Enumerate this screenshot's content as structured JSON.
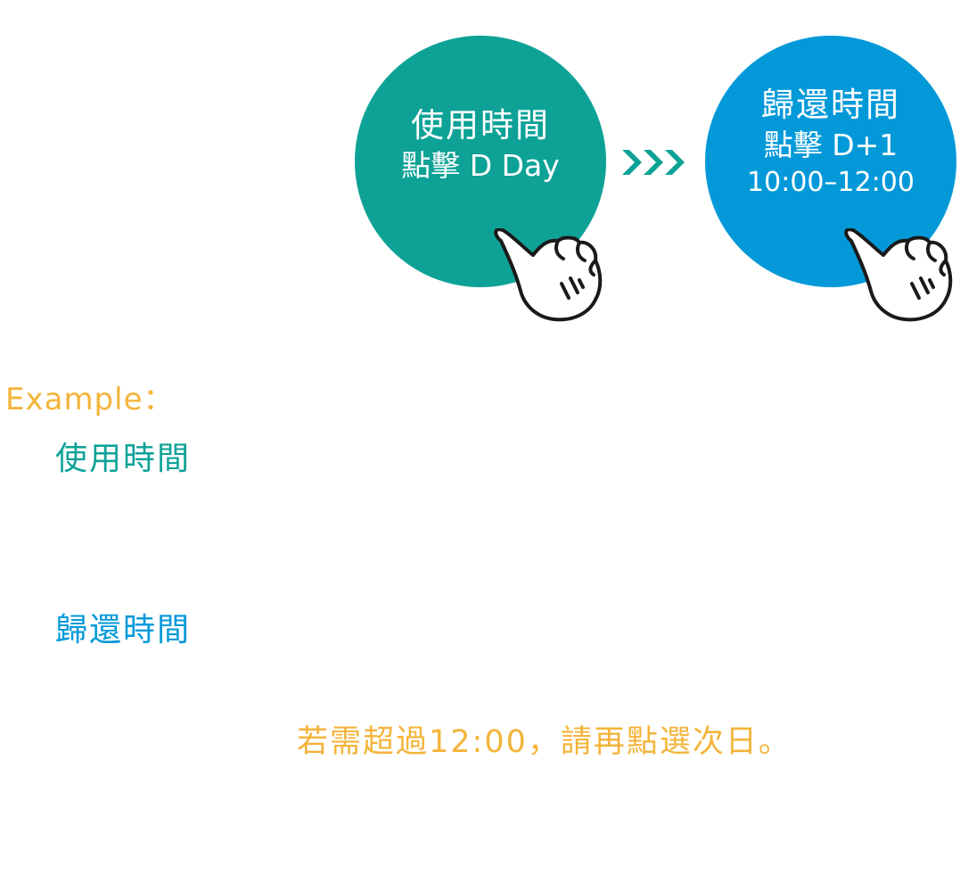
{
  "use_circle": {
    "title": "使用時間",
    "subtitle": "點擊 D Day",
    "color": "#0ea297"
  },
  "return_circle": {
    "title": "歸還時間",
    "subtitle": "點擊 D+1",
    "time": "10:00–12:00",
    "color": "#0399d9"
  },
  "arrows": {
    "icon": "triple-chevron-right-icon",
    "color": "#0ea297"
  },
  "hand_icon": "pointing-hand-icon",
  "example": {
    "label": "Example：",
    "use_label": "使用時間",
    "return_label": "歸還時間",
    "note": "若需超過12:00，請再點選次日。",
    "accent": "#f4b43a"
  }
}
